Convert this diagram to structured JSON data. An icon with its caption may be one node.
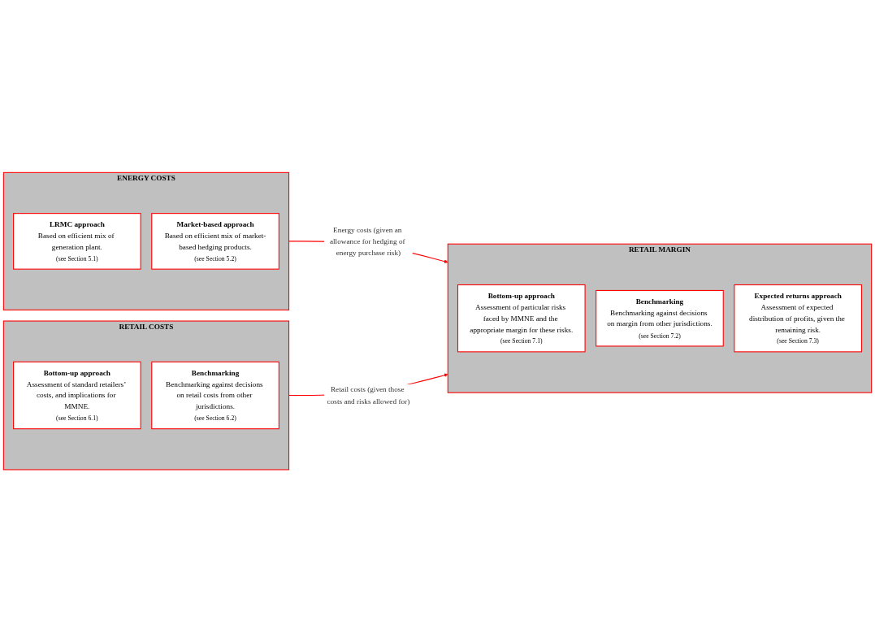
{
  "diagram": {
    "nodes": [
      {
        "text": [
          "ENERGY COSTS"
        ]
      },
      {
        "text": [
          "LRMC approach",
          "Based on efficient mix of generation plant.",
          "(see Section 5.1)"
        ],
        "in": 0
      },
      {
        "text": [
          "Market-based approach",
          "Based on efficient mix of market-based hedging products.",
          "(see Section 5.2)"
        ],
        "in": 0
      },
      {
        "text": [
          "RETAIL COSTS"
        ]
      },
      {
        "text": [
          "Bottom-up approach",
          "Assessment of standard retailers’ costs, and implications for MMNE.",
          "(see Section 6.1)"
        ],
        "in": 3
      },
      {
        "text": [
          "Benchmarking",
          "Benchmarking against decisions on retail costs from other jurisdictions.",
          "(see Section 6.2)"
        ],
        "in": 3
      },
      {
        "text": [
          "RETAIL MARGIN"
        ]
      },
      {
        "text": [
          "Bottom-up approach",
          "Assessment of particular risks faced by MMNE and the appropriate margin for these risks.",
          "(see Section 7.1)"
        ],
        "in": 6
      },
      {
        "text": [
          "Benchmarking",
          "Benchmarking against decisions on margin from other jurisdictions.",
          "(see Section 7.2)"
        ],
        "in": 6
      },
      {
        "text": [
          "Expected returns approach",
          "Assessment of expected distribution of profits, given the remaining risk.",
          "(see Section 7.3)"
        ],
        "in": 6
      }
    ],
    "edges": [
      {
        "from": 0,
        "to": 6,
        "arrow": "to",
        "label": "Energy costs (given an allowance for hedging of energy purchase risk)"
      },
      {
        "from": 3,
        "to": 6,
        "arrow": "to",
        "label": "Retail costs (given those costs and risks allowed for)"
      }
    ]
  }
}
